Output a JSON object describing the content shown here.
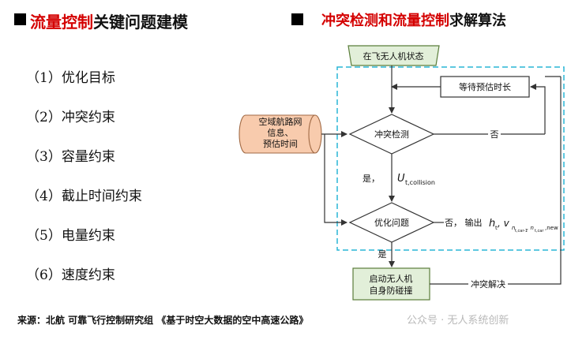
{
  "left_heading": {
    "part1": "流量控制",
    "part2": "关键问题建模"
  },
  "right_heading": {
    "part1": "冲突检测和流量控制",
    "part2": "求解算法"
  },
  "items": [
    "（1）优化目标",
    "（2）冲突约束",
    "（3）容量约束",
    "（4）截止时间约束",
    "（5）电量约束",
    "（6）速度约束"
  ],
  "flow": {
    "start": "在飞无人机状态",
    "wait": "等待预估时长",
    "input_line1": "空域航路网",
    "input_line2": "信息、",
    "input_line3": "预估时间",
    "detect": "冲突检测",
    "no_label_1": "否",
    "yes_label_1": "是，",
    "yes_sym": "U",
    "yes_sub": "t,collision",
    "optimize": "优化问题",
    "no_label_2": "否，  输出",
    "out_h": "h",
    "out_h_sub": "t",
    "out_v": ", v",
    "out_v_sub": "n",
    "out_v_subsub": "t,car-1",
    "out_v_sub2": ", n",
    "out_v_subsub2": "t,car",
    "out_v_sub3": ",new",
    "yes_label_2": "是",
    "launch_line1": "启动无人机",
    "launch_line2": "自身防碰撞",
    "resolve": "冲突解决"
  },
  "source": "来源：北航 可靠飞行控制研究组 《基于时空大数据的空中高速公路》",
  "watermark": "公众号 · 无人系统创新",
  "colors": {
    "red": "#d40000",
    "green_fill": "#e2efd9",
    "green_border": "#5a7d3a",
    "orange_fill": "#f8cbad",
    "dashed": "#29b6d6"
  }
}
